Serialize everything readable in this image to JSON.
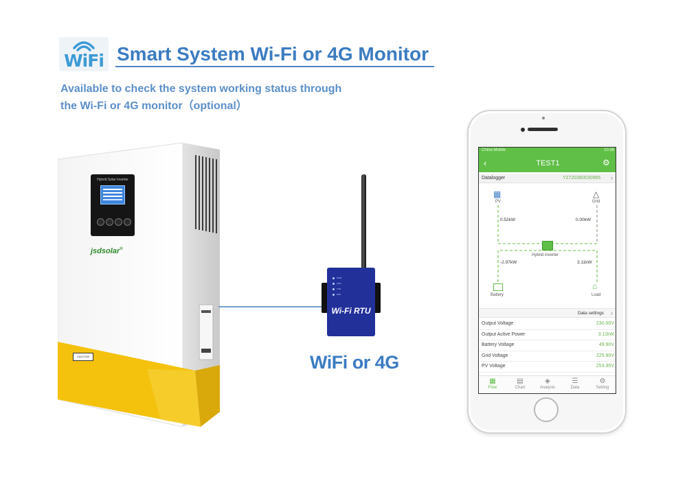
{
  "header": {
    "logo_text": "WiFi",
    "title": "Smart System Wi-Fi or 4G Monitor",
    "subtitle_line1": "Available to check the system working status through",
    "subtitle_line2": "the Wi-Fi or 4G monitor（optional）"
  },
  "inverter": {
    "display_title": "Hybrid Solar Inverter",
    "brand": "jsdsolar",
    "caution_label": "CAUTION"
  },
  "rtu": {
    "label": "Wi-Fi RTU",
    "leds": [
      "PWR",
      "LINK",
      "TXD",
      "RXD"
    ]
  },
  "connection_label": "WiFi or 4G",
  "phone": {
    "statusbar": {
      "carrier": "China Mobile",
      "time": "10:36"
    },
    "nav": {
      "title": "TEST1"
    },
    "datalogger": {
      "label": "Datalogger",
      "value": "Y2720360030965"
    },
    "flow": {
      "pv": {
        "label": "PV",
        "value": "0.52kW"
      },
      "grid": {
        "label": "Grid",
        "value": "0.00kW"
      },
      "inverter": {
        "label": "Hybrid inverter"
      },
      "battery": {
        "label": "Battery",
        "value": "-2.97kW"
      },
      "load": {
        "label": "Load",
        "value": "3.11kW"
      }
    },
    "data_settings": "Data settings",
    "metrics": [
      {
        "name": "Output Voltage",
        "value": "230.00V"
      },
      {
        "name": "Output Active Power",
        "value": "3.11kW"
      },
      {
        "name": "Battery Voltage",
        "value": "49.90V"
      },
      {
        "name": "Grid Voltage",
        "value": "225.90V"
      },
      {
        "name": "PV Voltage",
        "value": "253.30V"
      }
    ],
    "tabs": [
      {
        "label": "Flow",
        "icon": "flow-icon"
      },
      {
        "label": "Chart",
        "icon": "chart-icon"
      },
      {
        "label": "Analysis",
        "icon": "analysis-icon"
      },
      {
        "label": "Data",
        "icon": "data-icon"
      },
      {
        "label": "Setting",
        "icon": "setting-icon"
      }
    ],
    "colors": {
      "accent": "#5fbf46",
      "value_green": "#6ab04c"
    }
  }
}
